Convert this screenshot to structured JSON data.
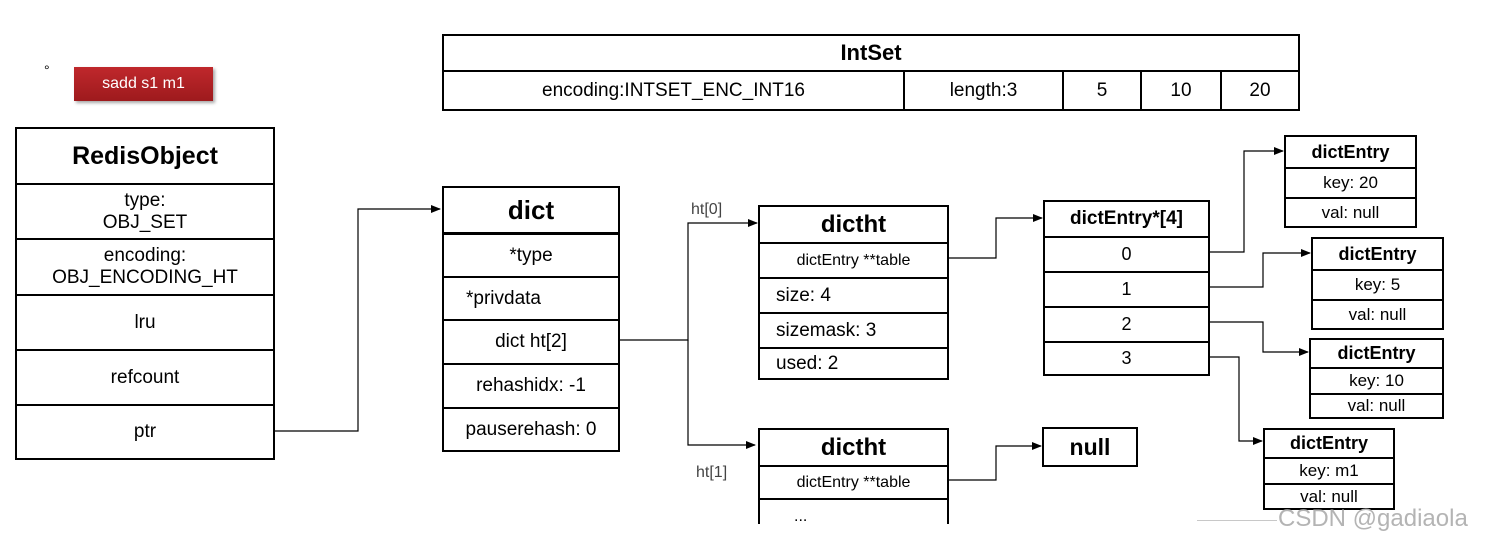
{
  "command": {
    "label": "sadd s1 m1",
    "bullet": "°"
  },
  "intset": {
    "title": "IntSet",
    "encoding": "encoding:INTSET_ENC_INT16",
    "length": "length:3",
    "values": [
      "5",
      "10",
      "20"
    ]
  },
  "redis_object": {
    "title": "RedisObject",
    "type_label": "type:",
    "type_value": "OBJ_SET",
    "encoding_label": "encoding:",
    "encoding_value": "OBJ_ENCODING_HT",
    "lru": "lru",
    "refcount": "refcount",
    "ptr": "ptr"
  },
  "dict": {
    "title": "dict",
    "fields": [
      "*type",
      "*privdata",
      "dict ht[2]",
      "rehashidx: -1",
      "pauserehash: 0"
    ]
  },
  "ht0": {
    "label": "ht[0]",
    "title": "dictht",
    "table": "dictEntry **table",
    "size": "size: 4",
    "sizemask": "sizemask: 3",
    "used": "used: 2"
  },
  "ht1": {
    "label": "ht[1]",
    "title": "dictht",
    "table": "dictEntry **table",
    "more": "..."
  },
  "bucket_array": {
    "title": "dictEntry*[4]",
    "slots": [
      "0",
      "1",
      "2",
      "3"
    ]
  },
  "null_box": "null",
  "entries": [
    {
      "title": "dictEntry",
      "key": "key: 20",
      "val": "val: null"
    },
    {
      "title": "dictEntry",
      "key": "key: 5",
      "val": "val: null"
    },
    {
      "title": "dictEntry",
      "key": "key: 10",
      "val": "val: null"
    },
    {
      "title": "dictEntry",
      "key": "key: m1",
      "val": "val: null"
    }
  ],
  "watermark": "CSDN @gadiaola"
}
